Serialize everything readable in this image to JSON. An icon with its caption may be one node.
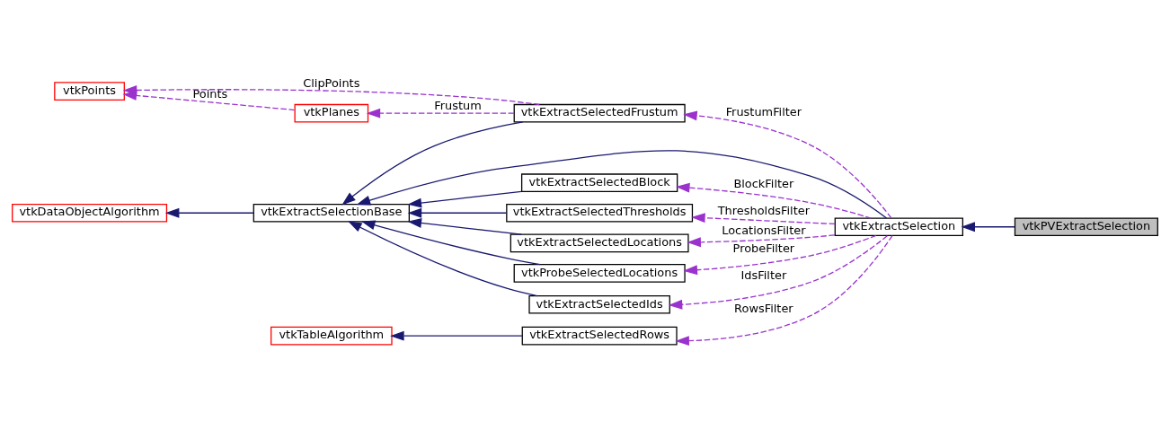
{
  "diagram": {
    "nodes": [
      {
        "text": [
          "vtkPoints"
        ]
      },
      {
        "text": [
          "vtkPlanes"
        ]
      },
      {
        "text": [
          "vtkExtractSelectedFrustum"
        ]
      },
      {
        "text": [
          "vtkDataObjectAlgorithm"
        ]
      },
      {
        "text": [
          "vtkExtractSelectionBase"
        ]
      },
      {
        "text": [
          "vtkExtractSelectedBlock"
        ]
      },
      {
        "text": [
          "vtkExtractSelectedThresholds"
        ]
      },
      {
        "text": [
          "vtkExtractSelectedLocations"
        ]
      },
      {
        "text": [
          "vtkProbeSelectedLocations"
        ]
      },
      {
        "text": [
          "vtkExtractSelectedIds"
        ]
      },
      {
        "text": [
          "vtkTableAlgorithm"
        ]
      },
      {
        "text": [
          "vtkExtractSelectedRows"
        ]
      },
      {
        "text": [
          "vtkExtractSelection"
        ]
      },
      {
        "text": [
          "vtkPVExtractSelection"
        ]
      }
    ],
    "edges": [
      {
        "from": 2,
        "to": 0,
        "arrow": "to",
        "label": "ClipPoints",
        "style": "dashed",
        "color": "#9a32cd"
      },
      {
        "from": 1,
        "to": 0,
        "arrow": "to",
        "label": "Points",
        "style": "dashed",
        "color": "#9a32cd"
      },
      {
        "from": 2,
        "to": 1,
        "arrow": "to",
        "label": "Frustum",
        "style": "dashed",
        "color": "#9a32cd"
      },
      {
        "from": 2,
        "to": 4,
        "arrow": "to",
        "color": "#191970"
      },
      {
        "from": 4,
        "to": 3,
        "arrow": "to",
        "color": "#191970"
      },
      {
        "from": 5,
        "to": 4,
        "arrow": "to",
        "color": "#191970"
      },
      {
        "from": 6,
        "to": 4,
        "arrow": "to",
        "color": "#191970"
      },
      {
        "from": 7,
        "to": 4,
        "arrow": "to",
        "color": "#191970"
      },
      {
        "from": 8,
        "to": 4,
        "arrow": "to",
        "color": "#191970"
      },
      {
        "from": 9,
        "to": 4,
        "arrow": "to",
        "color": "#191970"
      },
      {
        "from": 11,
        "to": 10,
        "arrow": "to",
        "color": "#191970"
      },
      {
        "from": 12,
        "to": 4,
        "arrow": "to",
        "color": "#191970"
      },
      {
        "from": 12,
        "to": 2,
        "arrow": "to",
        "label": "FrustumFilter",
        "style": "dashed",
        "color": "#9a32cd"
      },
      {
        "from": 12,
        "to": 5,
        "arrow": "to",
        "label": "BlockFilter",
        "style": "dashed",
        "color": "#9a32cd"
      },
      {
        "from": 12,
        "to": 6,
        "arrow": "to",
        "label": "ThresholdsFilter",
        "style": "dashed",
        "color": "#9a32cd"
      },
      {
        "from": 12,
        "to": 7,
        "arrow": "to",
        "label": "LocationsFilter",
        "style": "dashed",
        "color": "#9a32cd"
      },
      {
        "from": 12,
        "to": 8,
        "arrow": "to",
        "label": "ProbeFilter",
        "style": "dashed",
        "color": "#9a32cd"
      },
      {
        "from": 12,
        "to": 9,
        "arrow": "to",
        "label": "IdsFilter",
        "style": "dashed",
        "color": "#9a32cd"
      },
      {
        "from": 12,
        "to": 11,
        "arrow": "to",
        "label": "RowsFilter",
        "style": "dashed",
        "color": "#9a32cd"
      },
      {
        "from": 13,
        "to": 12,
        "arrow": "to",
        "color": "#191970"
      }
    ]
  }
}
